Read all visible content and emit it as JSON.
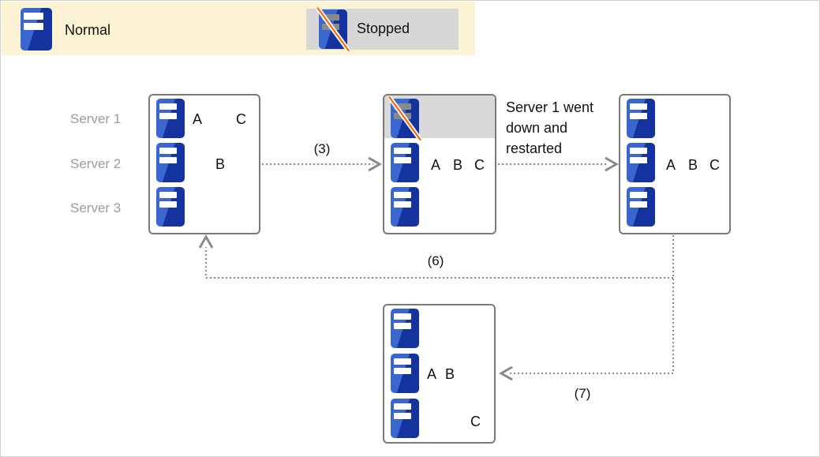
{
  "legend": {
    "normal_label": "Normal",
    "stopped_label": "Stopped"
  },
  "server_rows": [
    "Server 1",
    "Server 2",
    "Server 3"
  ],
  "note": "Server 1 went down and restarted",
  "arrows": {
    "a3": "(3)",
    "a6": "(6)",
    "a7": "(7)"
  },
  "boxes": {
    "left": {
      "row1": [
        "A",
        "C"
      ],
      "row2": [
        "B"
      ]
    },
    "middle": {
      "row2": [
        "A",
        "B",
        "C"
      ]
    },
    "right": {
      "row2": [
        "A",
        "B",
        "C"
      ]
    },
    "bottom": {
      "row2": [
        "A",
        "B"
      ],
      "row3": [
        "C"
      ]
    }
  },
  "colors": {
    "legend_bg": "#fcf2d4",
    "stopped_box_bg": "#d7d7d7",
    "stopped_row_band": "#d9d9d9",
    "server_blue_light": "#3a67cf",
    "server_blue_dark": "#15339e",
    "slash_orange": "#ff6600",
    "box_border": "#7a7a7a",
    "arrow_gray": "#8a8a8a",
    "server_label_gray": "#9c9c9c"
  }
}
